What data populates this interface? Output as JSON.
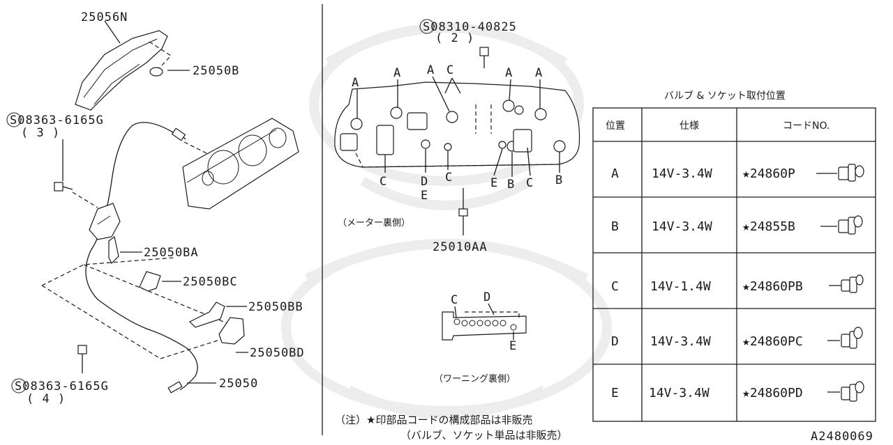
{
  "left_panel": {
    "labels": {
      "p25056n": "25056N",
      "p25050b": "25050B",
      "screw_top": "S08363-6165G",
      "screw_top_qty": "( 3 )",
      "p25050ba": "25050BA",
      "p25050bc": "25050BC",
      "p25050bb": "25050BB",
      "p25050bd": "25050BD",
      "p25050": "25050",
      "screw_bottom": "S08363-6165G",
      "screw_bottom_qty": "( 4 )"
    }
  },
  "middle_panel": {
    "screw_label": "S08310-40825",
    "screw_qty": "( 2 )",
    "meter_caption": "（メーター裏側）",
    "warning_caption": "（ワーニング裏側）",
    "p25010aa": "25010AA",
    "position_letters_top": [
      "A",
      "A",
      "A",
      "C",
      "A",
      "A"
    ],
    "position_letters_bottom": [
      "C",
      "D",
      "E",
      "C",
      "E",
      "B",
      "C",
      "B"
    ],
    "warning_letters": [
      "C",
      "D",
      "E"
    ]
  },
  "notes": {
    "line1": "（注）★印部品コードの構成部品は非販売",
    "line2": "（バルブ、ソケット単品は非販売）"
  },
  "table": {
    "title": "バルブ & ソケット取付位置",
    "headers": [
      "位置",
      "仕様",
      "コードNO."
    ],
    "rows": [
      {
        "position": "A",
        "spec": "14V-3.4W",
        "code": "★24860P"
      },
      {
        "position": "B",
        "spec": "14V-3.4W",
        "code": "★24855B"
      },
      {
        "position": "C",
        "spec": "14V-1.4W",
        "code": "★24860PB"
      },
      {
        "position": "D",
        "spec": "14V-3.4W",
        "code": "★24860PC"
      },
      {
        "position": "E",
        "spec": "14V-3.4W",
        "code": "★24860PD"
      }
    ]
  },
  "figure_code": "A2480069"
}
